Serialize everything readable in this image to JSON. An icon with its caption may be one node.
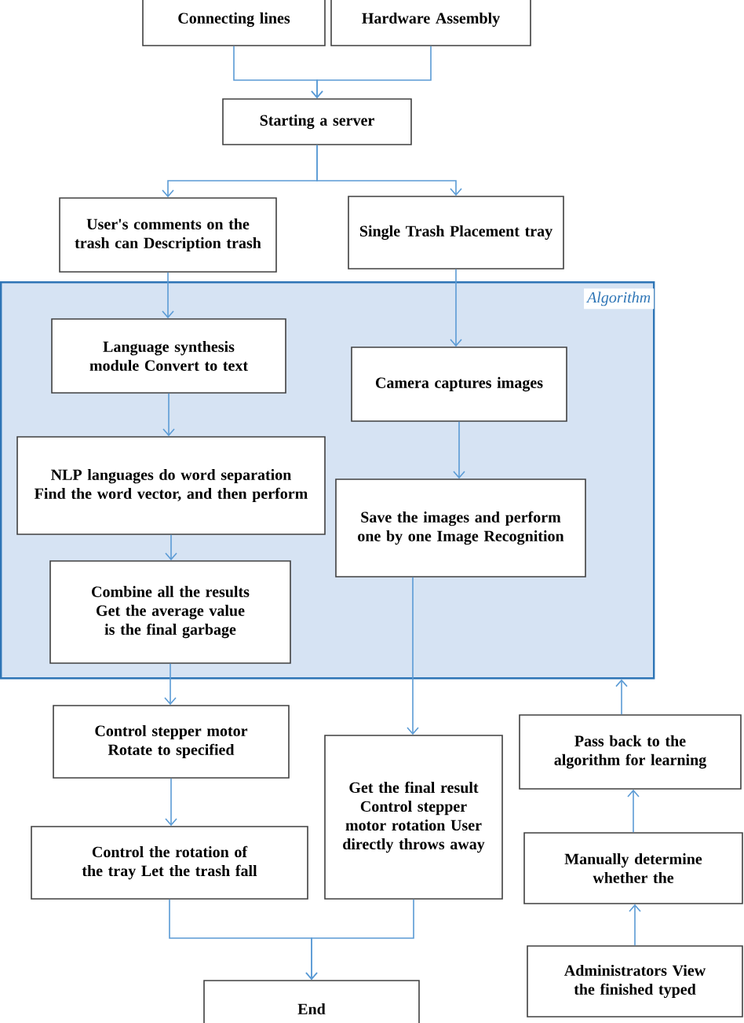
{
  "diagram": {
    "nodes": [
      {
        "text": [
          "Connecting lines"
        ]
      },
      {
        "text": [
          "Hardware Assembly"
        ]
      },
      {
        "text": [
          "Starting a server"
        ]
      },
      {
        "text": [
          "User's comments on the trash can Description trash"
        ]
      },
      {
        "text": [
          "Single Trash Placement tray"
        ]
      },
      {
        "text": [
          "Algorithm"
        ]
      },
      {
        "text": [
          "Language synthesis module Convert to text"
        ],
        "in": 5
      },
      {
        "text": [
          "Camera captures images"
        ],
        "in": 5
      },
      {
        "text": [
          "NLP languages do word separation Find the word vector, and then perform"
        ],
        "in": 5
      },
      {
        "text": [
          "Save the images and perform one by one Image Recognition"
        ],
        "in": 5
      },
      {
        "text": [
          "Combine all the results Get the average value is the final garbage"
        ],
        "in": 5
      },
      {
        "text": [
          "Control stepper motor Rotate to specified"
        ]
      },
      {
        "text": [
          "Get the final result Control stepper motor rotation User directly throws away"
        ]
      },
      {
        "text": [
          "Pass back to the algorithm for learning"
        ]
      },
      {
        "text": [
          "Control the rotation of the tray Let the trash fall"
        ]
      },
      {
        "text": [
          "Manually determine whether the"
        ]
      },
      {
        "text": [
          "End"
        ]
      },
      {
        "text": [
          "Administrators View the finished typed"
        ]
      }
    ],
    "edges": [
      {
        "from": 0,
        "to": 2,
        "arrow": "to"
      },
      {
        "from": 1,
        "to": 2,
        "arrow": "to"
      },
      {
        "from": 2,
        "to": 3,
        "arrow": "to"
      },
      {
        "from": 2,
        "to": 4,
        "arrow": "to"
      },
      {
        "from": 3,
        "to": 6,
        "arrow": "to"
      },
      {
        "from": 4,
        "to": 7,
        "arrow": "to"
      },
      {
        "from": 6,
        "to": 8,
        "arrow": "to"
      },
      {
        "from": 7,
        "to": 9,
        "arrow": "to"
      },
      {
        "from": 8,
        "to": 10,
        "arrow": "to"
      },
      {
        "from": 10,
        "to": 11,
        "arrow": "to"
      },
      {
        "from": 9,
        "to": 12,
        "arrow": "to"
      },
      {
        "from": 11,
        "to": 14,
        "arrow": "to"
      },
      {
        "from": 14,
        "to": 16,
        "arrow": "to"
      },
      {
        "from": 12,
        "to": 16,
        "arrow": "to"
      },
      {
        "from": 17,
        "to": 15,
        "arrow": "to"
      },
      {
        "from": 15,
        "to": 13,
        "arrow": "to"
      },
      {
        "from": 13,
        "to": 5,
        "arrow": "to"
      }
    ]
  }
}
